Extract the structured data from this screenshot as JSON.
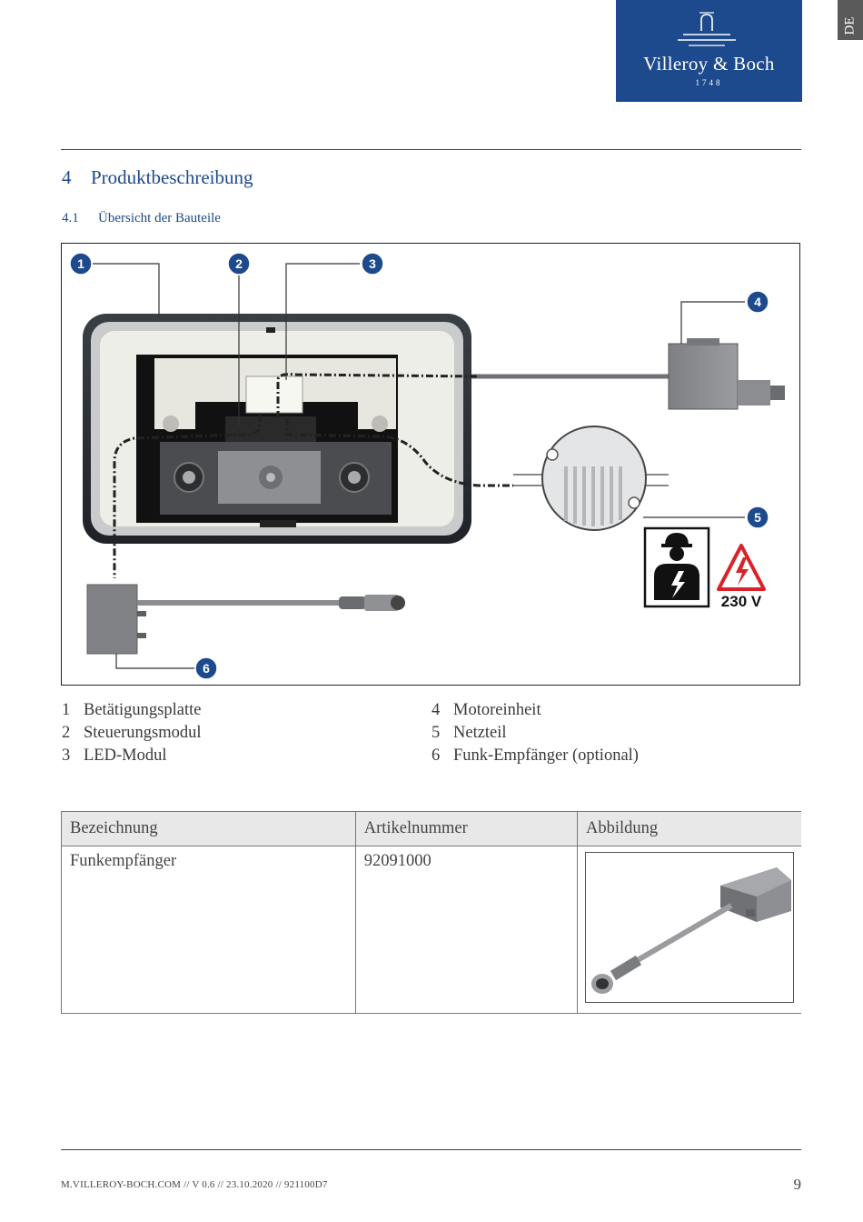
{
  "header": {
    "brand_name": "Villeroy & Boch",
    "brand_year": "1748",
    "brand_color": "#1d4a8c",
    "lang_tab": "DE"
  },
  "section": {
    "number": "4",
    "title": "Produktbeschreibung"
  },
  "subsection": {
    "number": "4.1",
    "title": "Übersicht der Bauteile"
  },
  "figure": {
    "callouts": [
      "1",
      "2",
      "3",
      "4",
      "5",
      "6"
    ],
    "voltage_label": "230 V"
  },
  "legend": {
    "left": [
      {
        "num": "1",
        "label": "Betätigungsplatte"
      },
      {
        "num": "2",
        "label": "Steuerungsmodul"
      },
      {
        "num": "3",
        "label": "LED-Modul"
      }
    ],
    "right": [
      {
        "num": "4",
        "label": "Motoreinheit"
      },
      {
        "num": "5",
        "label": "Netzteil"
      },
      {
        "num": "6",
        "label": "Funk-Empfänger (optional)"
      }
    ]
  },
  "table": {
    "headers": [
      "Bezeichnung",
      "Artikelnummer",
      "Abbildung"
    ],
    "rows": [
      {
        "bezeichnung": "Funkempfänger",
        "artikelnummer": "92091000"
      }
    ]
  },
  "footer": {
    "text": "M.VILLEROY-BOCH.COM // V 0.6 // 23.10.2020 // 921100D7",
    "page": "9"
  }
}
